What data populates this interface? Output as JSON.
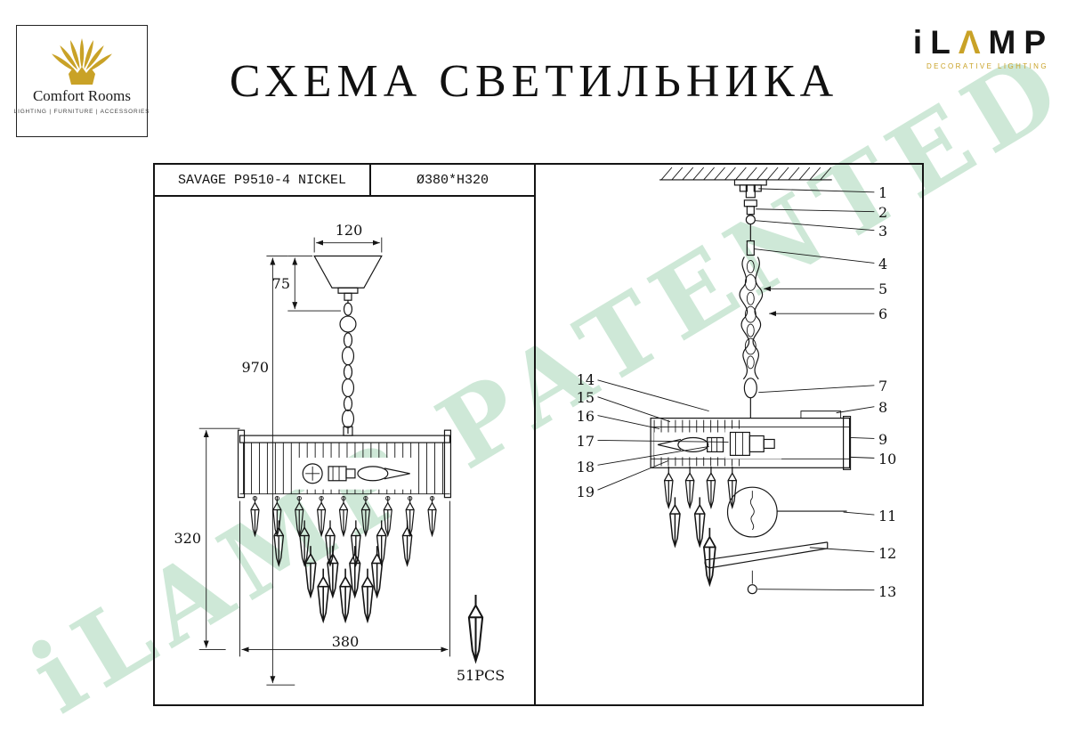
{
  "header": {
    "title": "СХЕМА СВЕТИЛЬНИКА",
    "comfort_rooms": {
      "name": "Comfort Rooms",
      "tagline": "LIGHTING | FURNITURE | ACCESSORIES"
    },
    "ilamp": {
      "word_pre": "iL",
      "word_a": "Λ",
      "word_post": "MP",
      "subtitle": "DECORATIVE LIGHTING"
    }
  },
  "watermark": "iLAMP PATENTED",
  "left_panel": {
    "model": "SAVAGE P9510-4 NICKEL",
    "size": "Ø380*H320",
    "dims": {
      "top_width": "120",
      "canopy_height": "75",
      "overall_height": "970",
      "body_height": "320",
      "body_width": "380"
    },
    "pcs": "51PCS"
  },
  "right_panel": {
    "numbers_right": [
      "1",
      "2",
      "3",
      "4",
      "5",
      "6",
      "7",
      "8",
      "9",
      "10",
      "11",
      "12",
      "13"
    ],
    "numbers_left": [
      "14",
      "15",
      "16",
      "17",
      "18",
      "19"
    ]
  },
  "colors": {
    "gold": "#C9A227",
    "watermark_green": "#c6e5d1"
  }
}
